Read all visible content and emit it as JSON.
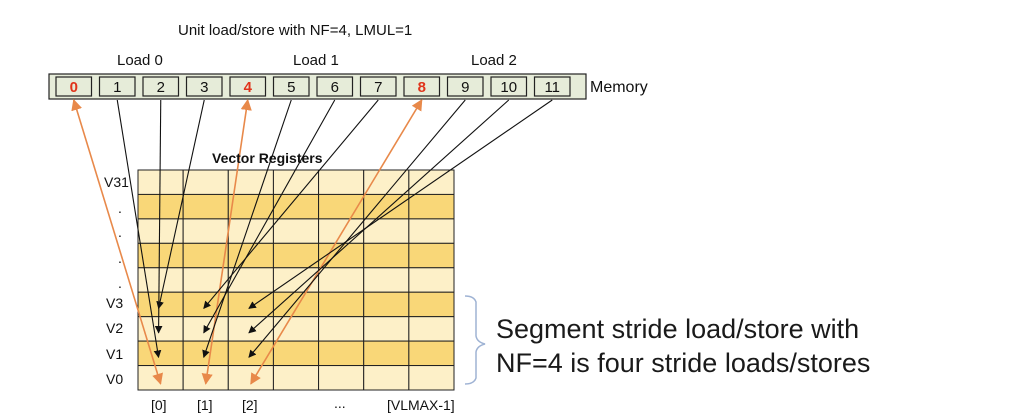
{
  "title": "Unit load/store with NF=4, LMUL=1",
  "load_labels": [
    "Load 0",
    "Load 1",
    "Load 2"
  ],
  "memory": {
    "label": "Memory",
    "cells": [
      "0",
      "1",
      "2",
      "3",
      "4",
      "5",
      "6",
      "7",
      "8",
      "9",
      "10",
      "11"
    ],
    "highlighted_cells": [
      0,
      4,
      8
    ],
    "highlight_color": "#e0341b",
    "cell_fill": "#e6ecd9"
  },
  "registers": {
    "title": "Vector Registers",
    "row_labels": [
      "V31",
      ".",
      ".",
      ".",
      ".",
      "V3",
      "V2",
      "V1",
      "V0"
    ],
    "column_labels": [
      "[0]",
      "[1]",
      "[2]",
      "...",
      "[VLMAX-1]"
    ],
    "light_color": "#fdf0c8",
    "dark_color": "#f9d778"
  },
  "arrows": {
    "black_color": "#111111",
    "orange_color": "#e8894a"
  },
  "caption": {
    "line1": "Segment stride load/store with",
    "line2": "NF=4 is four stride loads/stores"
  }
}
